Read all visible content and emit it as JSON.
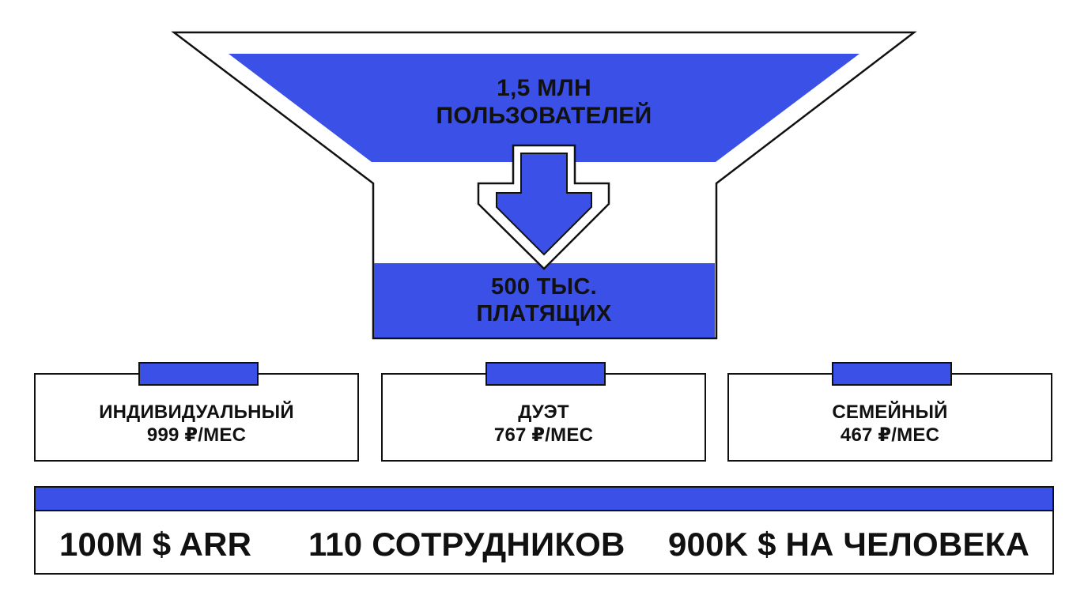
{
  "colors": {
    "accent": "#3a50e6",
    "stroke": "#111111",
    "background": "#ffffff"
  },
  "funnel": {
    "top_line1": "1,5 МЛН",
    "top_line2": "ПОЛЬЗОВАТЕЛЕЙ",
    "bottom_line1": "500 ТЫС.",
    "bottom_line2": "ПЛАТЯЩИХ",
    "arrow_icon": "arrow-down-icon"
  },
  "plans": [
    {
      "name": "ИНДИВИДУАЛЬНЫЙ",
      "price": "999 ₽/МЕС"
    },
    {
      "name": "ДУЭТ",
      "price": "767 ₽/МЕС"
    },
    {
      "name": "СЕМЕЙНЫЙ",
      "price": "467 ₽/МЕС"
    }
  ],
  "stats": {
    "arr": "100M $ ARR",
    "employees": "110 СОТРУДНИКОВ",
    "per_person": "900K $ НА ЧЕЛОВЕКА"
  }
}
